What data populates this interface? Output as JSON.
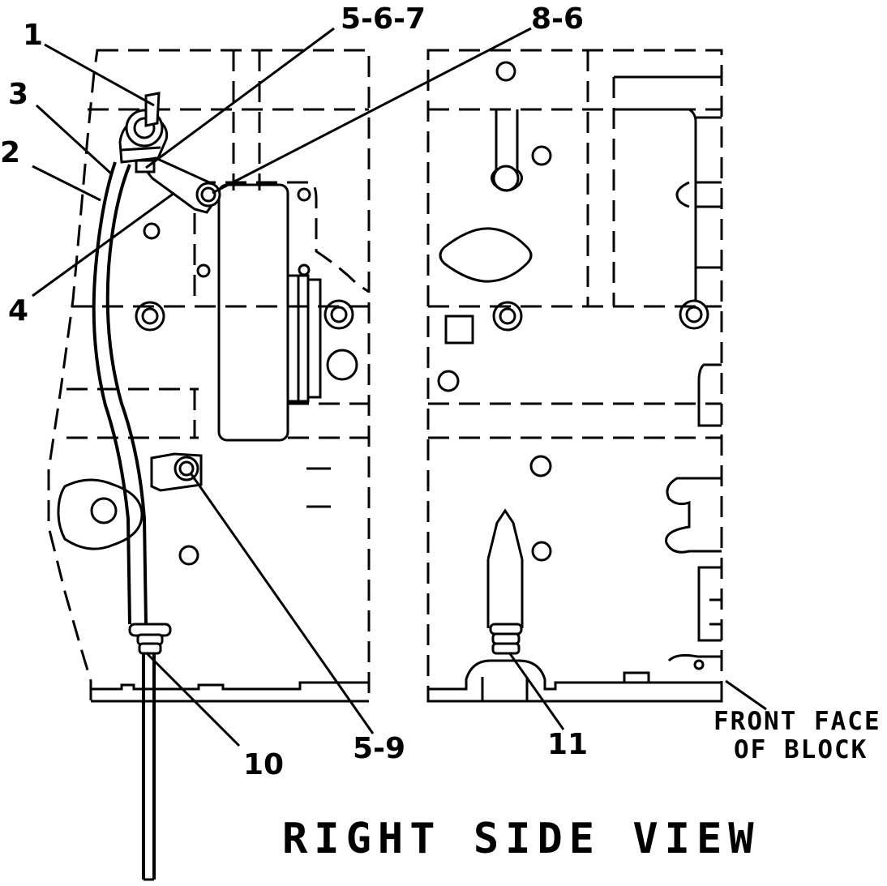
{
  "callouts": {
    "c1": "1",
    "c3": "3",
    "c2": "2",
    "c4": "4",
    "c567": "5-6-7",
    "c86": "8-6",
    "c10": "10",
    "c59": "5-9",
    "c11": "11"
  },
  "notes": {
    "front_face_line1": "FRONT FACE",
    "front_face_line2": "OF BLOCK"
  },
  "title": "RIGHT SIDE VIEW"
}
